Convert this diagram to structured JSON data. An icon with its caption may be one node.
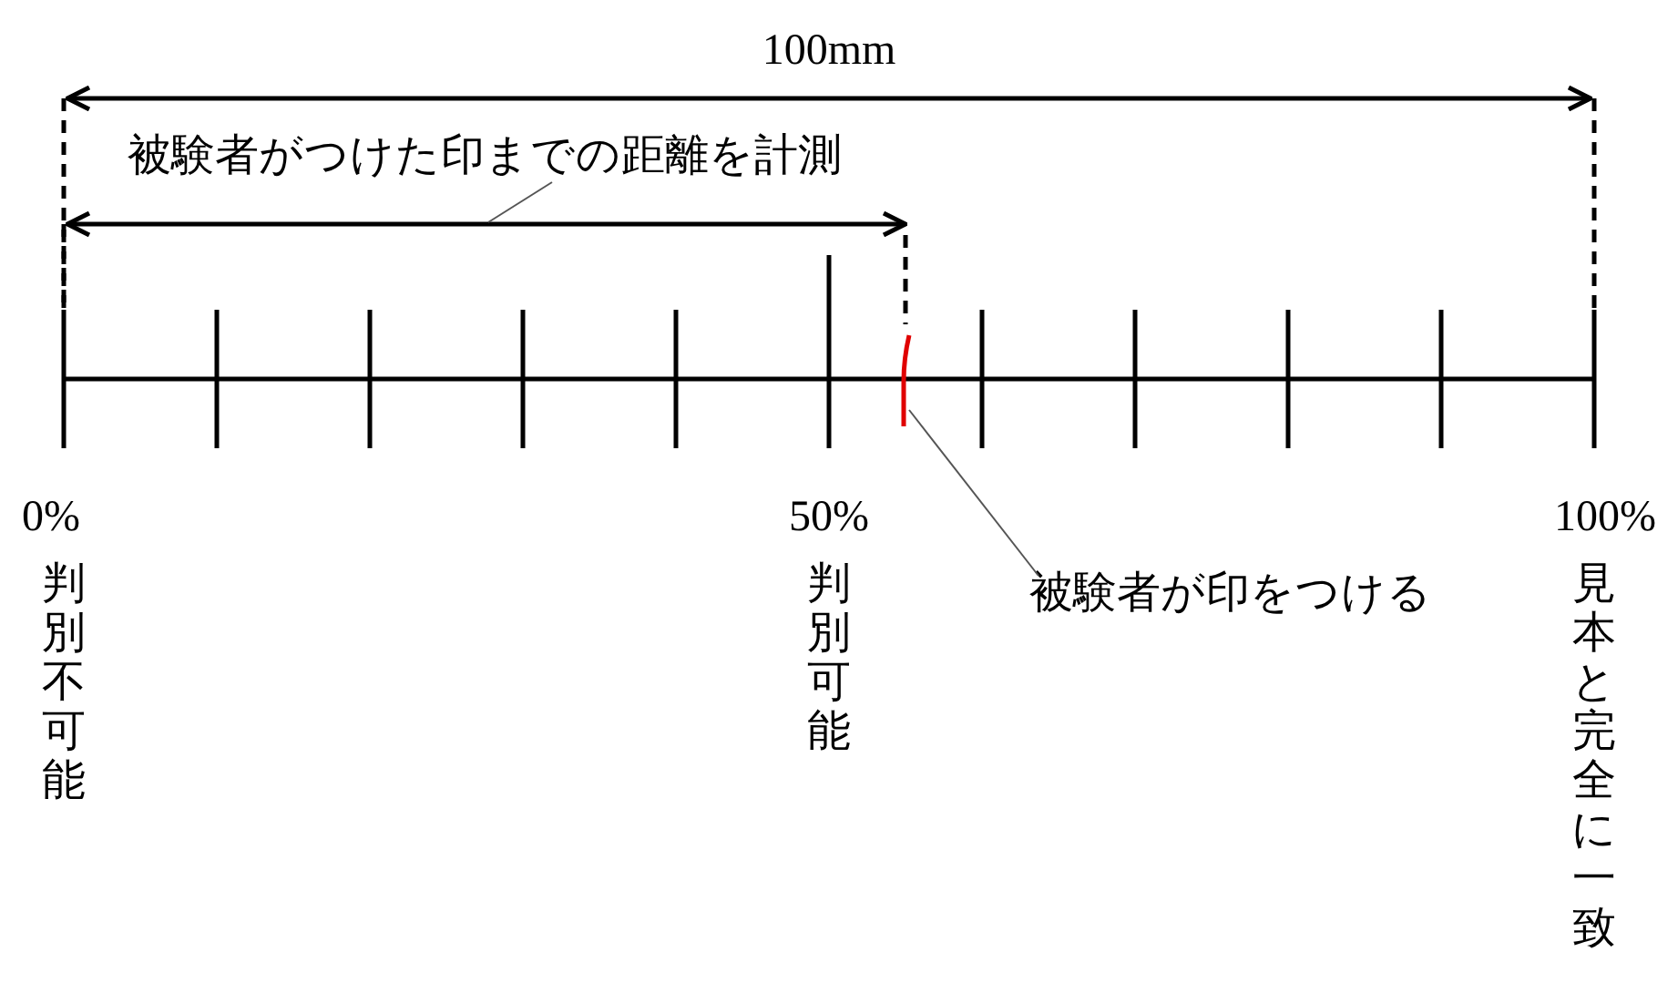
{
  "diagram": {
    "nodes": [
      {
        "text": [
          "被験者がつけた印までの距離を計測"
        ]
      },
      {
        "text": [],
        "shape": "arrow"
      },
      {
        "text": [
          "被験者が印をつける"
        ]
      },
      {
        "text": [],
        "shape": "bar"
      }
    ],
    "edges": [
      {
        "from": 0,
        "to": 1,
        "arrow": "none"
      },
      {
        "from": 2,
        "to": 3,
        "arrow": "none"
      }
    ],
    "labels": [
      "100mm",
      "0%",
      "50%",
      "100%",
      "判別不可能",
      "判別可能",
      "見本と完全に一致"
    ]
  }
}
